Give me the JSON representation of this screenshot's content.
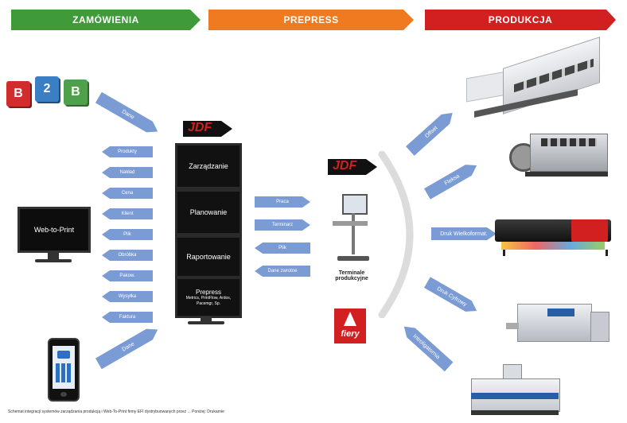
{
  "header": {
    "left": {
      "label": "ZAMÓWIENIA",
      "color": "#3f9a3a"
    },
    "middle": {
      "label": "PREPRESS",
      "color": "#f07a1f"
    },
    "right": {
      "label": "PRODUKCJA",
      "color": "#d1201f"
    }
  },
  "b2b": {
    "letters": [
      "B",
      "2",
      "B"
    ]
  },
  "web_to_print": {
    "label": "Web-to-Print"
  },
  "left_top_arrow": {
    "label": "Dane"
  },
  "left_bottom_arrow": {
    "label": "Dane"
  },
  "order_arrows": [
    "Produkty",
    "Nakład",
    "Cena",
    "Klient",
    "Plik",
    "Obróbka",
    "Pakow.",
    "Wysyłka",
    "Faktura"
  ],
  "jdf_label": "JDF",
  "monitors": [
    {
      "label": "Zarządzanie"
    },
    {
      "label": "Planowanie"
    },
    {
      "label": "Raportowanie"
    },
    {
      "label": "Prepress",
      "sub": "Metrics, PrintFlow, Ardos, Pacemgr, Sp."
    }
  ],
  "prepress_arrows": [
    "Praca",
    "Terminarz",
    "Plik",
    "Dane zwrotne"
  ],
  "terminal": {
    "label": "Terminale produkcyjne"
  },
  "fiery": {
    "label": "fiery"
  },
  "production_arrows": [
    "Offset",
    "Fleksa",
    "Druk Wielkoformat.",
    "Druk Cyfrowy",
    "Introligatornia"
  ],
  "colors": {
    "arrow": "#7b9bd4",
    "jdf": "#d1201f",
    "arc": "#dcdcdc"
  },
  "caption": "Schemat integracji systemów zarządzania produkcją i Web-To-Print firmy EFI dystrybuowanych przez ... Poniżej: Drukarnie"
}
